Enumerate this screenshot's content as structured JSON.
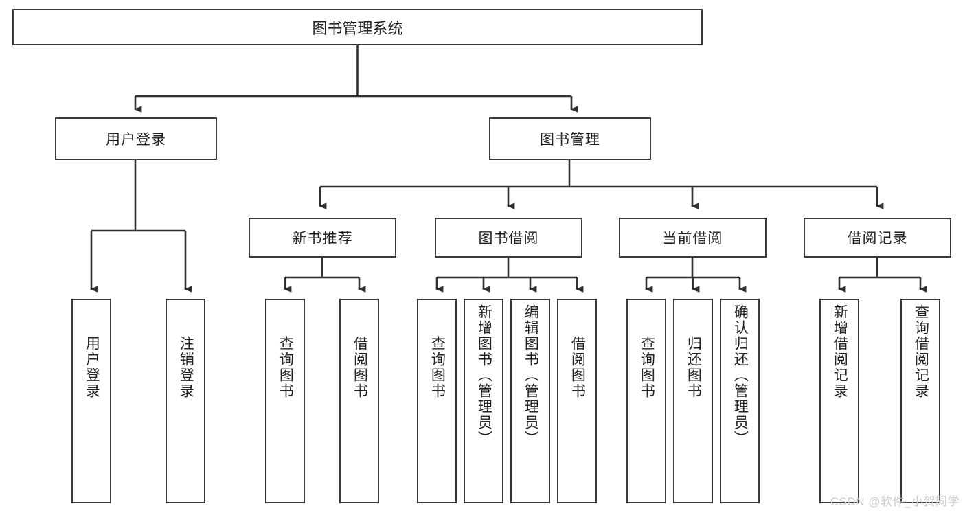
{
  "diagram": {
    "title": "图书管理系统",
    "type": "tree",
    "orientation": "top-down",
    "colors": {
      "box_border": "#3a3a3a",
      "box_fill": "#ffffff",
      "edge": "#2f2f2f",
      "text": "#222222",
      "watermark": "#c9c9c9",
      "background": "#ffffff"
    },
    "root": {
      "label": "图书管理系统"
    },
    "level1": [
      {
        "label": "用户登录"
      },
      {
        "label": "图书管理"
      }
    ],
    "level2": [
      {
        "label": "新书推荐"
      },
      {
        "label": "图书借阅"
      },
      {
        "label": "当前借阅"
      },
      {
        "label": "借阅记录"
      }
    ],
    "leaves": {
      "user_login": [
        {
          "label": "用户登录"
        },
        {
          "label": "注销登录"
        }
      ],
      "new_book_recommend": [
        {
          "label": "查询图书"
        },
        {
          "label": "借阅图书"
        }
      ],
      "book_borrow": [
        {
          "label": "查询图书"
        },
        {
          "label": "新增图书（管理员）"
        },
        {
          "label": "编辑图书（管理员）"
        },
        {
          "label": "借阅图书"
        }
      ],
      "current_borrow": [
        {
          "label": "查询图书"
        },
        {
          "label": "归还图书"
        },
        {
          "label": "确认归还（管理员）"
        }
      ],
      "borrow_record": [
        {
          "label": "新增借阅记录"
        },
        {
          "label": "查询借阅记录"
        }
      ]
    }
  },
  "watermark": {
    "text": "CSDN @软件_小贺同学"
  }
}
